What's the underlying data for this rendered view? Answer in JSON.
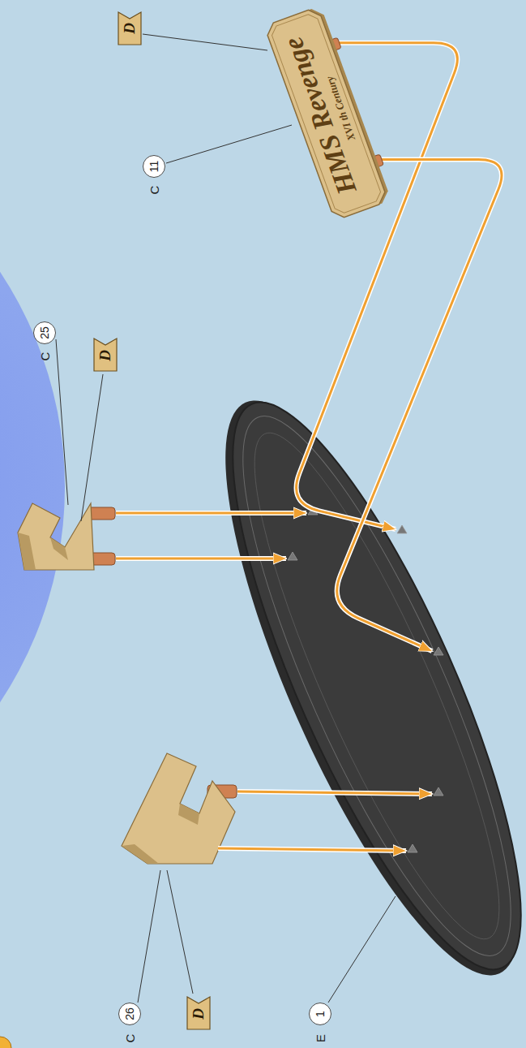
{
  "diagram": {
    "nodes": [
      {
        "text": [
          "HMS Revenge",
          "XVI th Century"
        ]
      }
    ],
    "labels": [
      "D",
      "C",
      "11",
      "C",
      "25",
      "D",
      "C",
      "26",
      "D",
      "E",
      "1"
    ]
  }
}
